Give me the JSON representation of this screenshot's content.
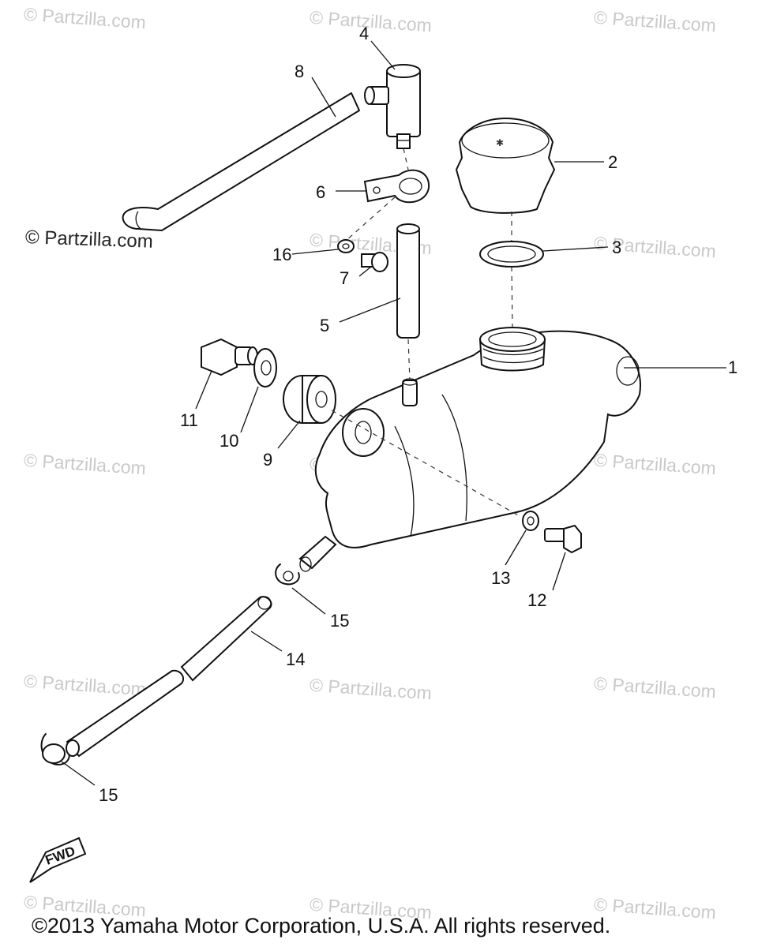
{
  "watermark_text": "© Partzilla.com",
  "side_watermark_text": "© Partzilla.com",
  "copyright": "©2013 Yamaha Motor Corporation, U.S.A. All rights reserved.",
  "fwd_label": "FWD",
  "callouts": [
    "1",
    "2",
    "3",
    "4",
    "5",
    "6",
    "7",
    "8",
    "9",
    "10",
    "11",
    "12",
    "13",
    "14",
    "15",
    "15",
    "16"
  ]
}
